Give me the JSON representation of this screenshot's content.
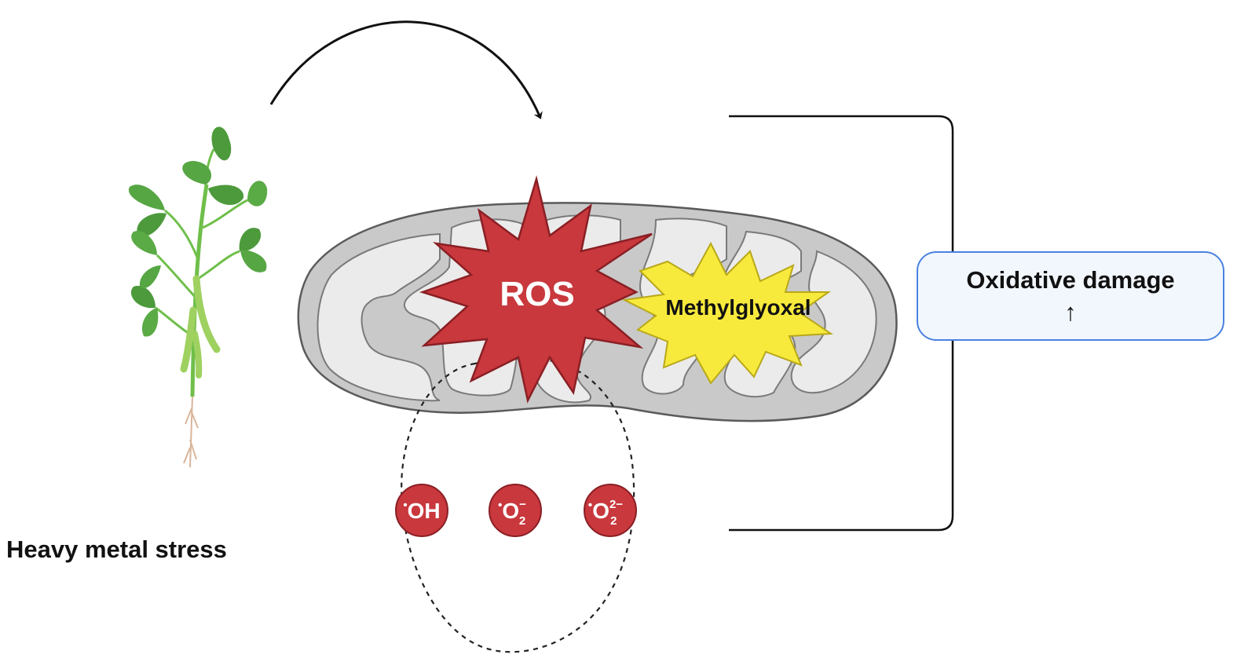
{
  "stressor": {
    "label": "Heavy metal stress",
    "icon": "plant-icon"
  },
  "ros": {
    "label": "ROS",
    "color": "#c8383d"
  },
  "methylglyoxal": {
    "label": "Methylglyoxal",
    "color": "#f7ea3c"
  },
  "radicals": [
    {
      "dot": "•",
      "base": "OH",
      "sup": "",
      "sub": ""
    },
    {
      "dot": "•",
      "base": "O",
      "sup": "−",
      "sub": "2"
    },
    {
      "dot": "•",
      "base": "O",
      "sup": "2−",
      "sub": "2"
    }
  ],
  "outcome": {
    "title": "Oxidative damage",
    "arrow": "↑",
    "border_color": "#4a82e0",
    "fill_color": "#f2f7fd"
  }
}
